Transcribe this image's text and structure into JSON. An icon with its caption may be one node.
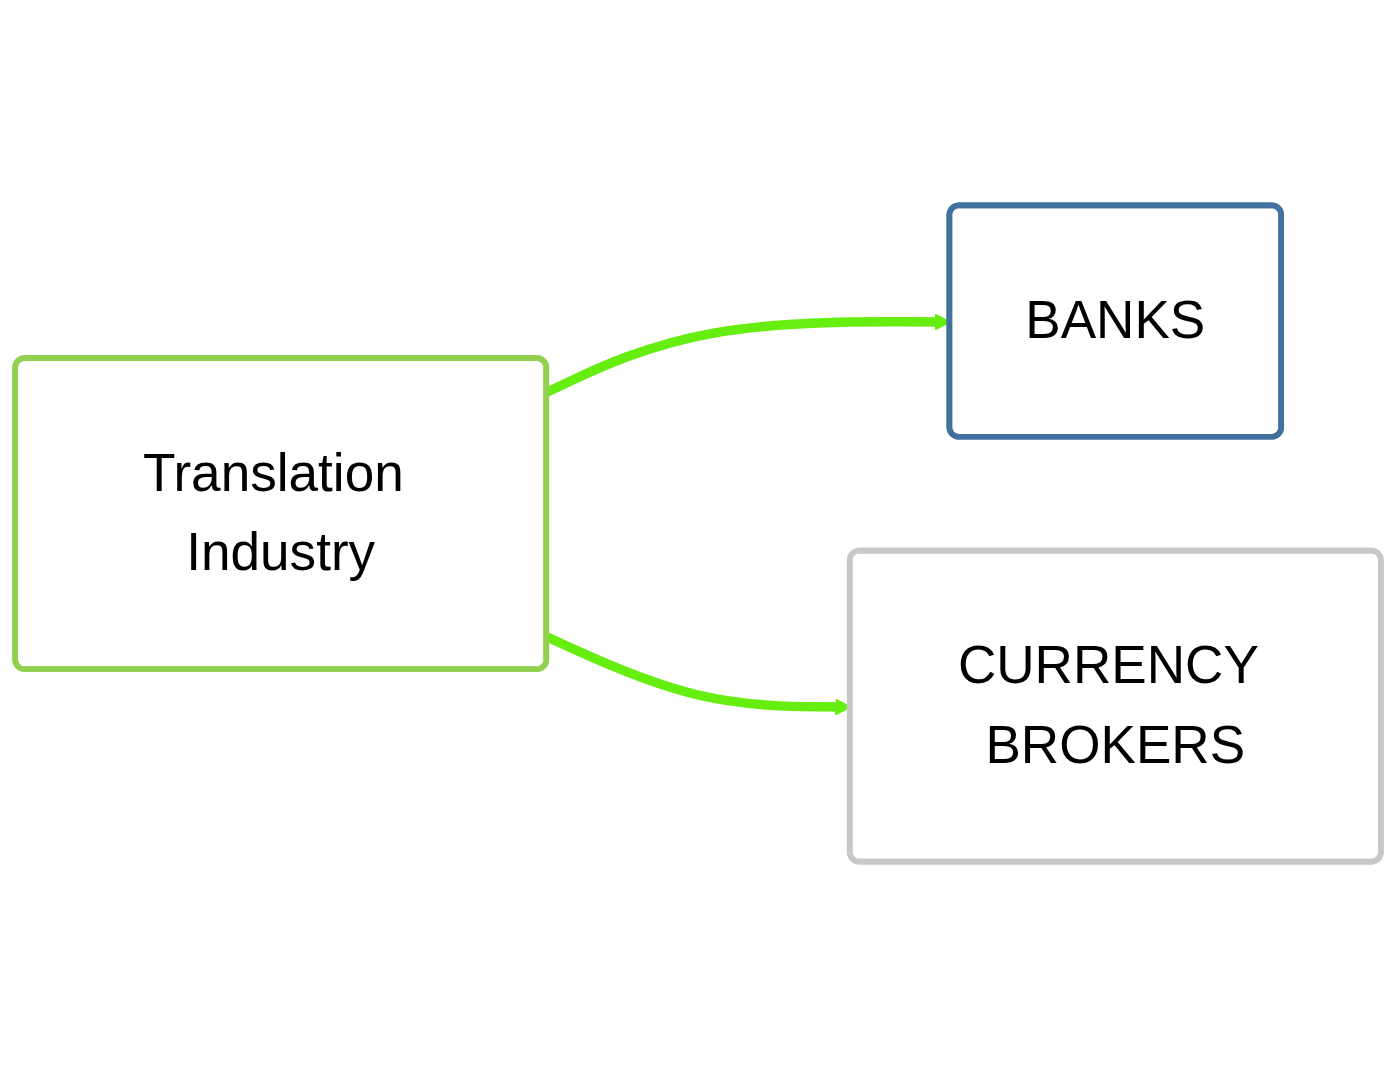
{
  "diagram": {
    "nodes": [
      {
        "text": [
          "Translation Industry"
        ]
      },
      {
        "text": [
          "BANKS"
        ]
      },
      {
        "text": [
          "CURRENCY BROKERS"
        ]
      }
    ],
    "edges": [
      {
        "from": 0,
        "to": 1,
        "arrow": "to"
      },
      {
        "from": 0,
        "to": 2,
        "arrow": "to"
      }
    ]
  }
}
